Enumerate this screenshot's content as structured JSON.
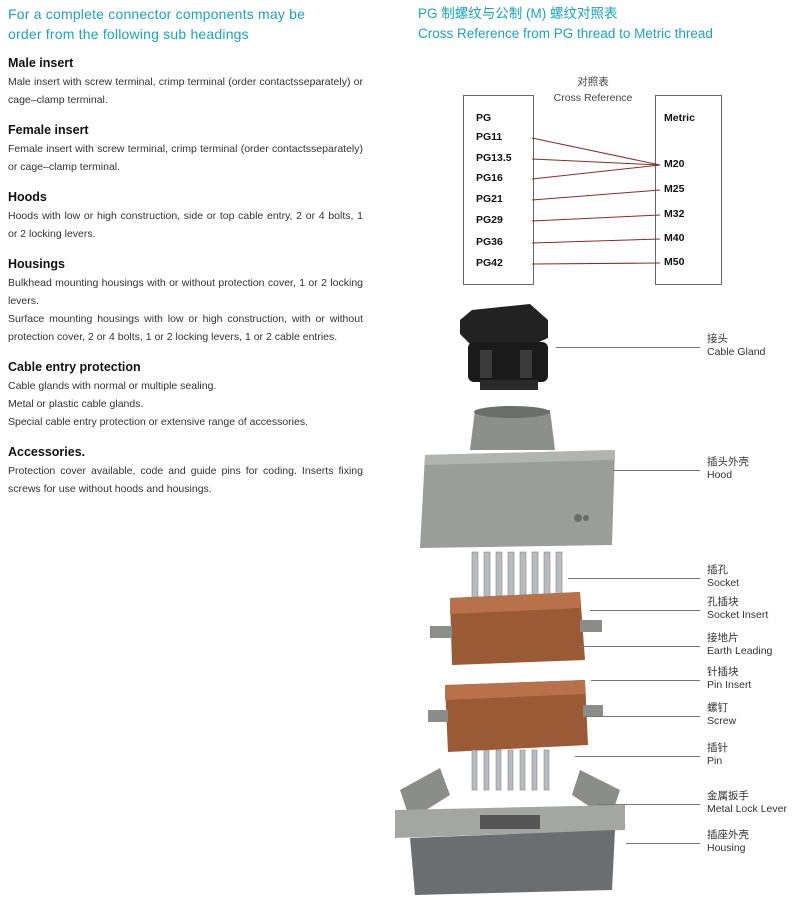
{
  "intro": {
    "line1": "For a complete connector components may be",
    "line2": "order from the following sub headings"
  },
  "sections": [
    {
      "heading": "Male insert",
      "paras": [
        "Male insert with screw terminal, crimp terminal (order contactsseparately) or cage–clamp terminal."
      ]
    },
    {
      "heading": "Female insert",
      "paras": [
        "Female insert with screw terminal, crimp terminal (order contactsseparately) or cage–clamp terminal."
      ]
    },
    {
      "heading": "Hoods",
      "paras": [
        "Hoods with low or high construction, side or top cable entry, 2 or 4 bolts, 1 or 2 locking levers."
      ]
    },
    {
      "heading": "Housings",
      "paras": [
        "Bulkhead mounting housings with or without protection cover, 1 or 2 locking levers.",
        "Surface mounting housings with low or high construction, with or without protection cover, 2 or 4 bolts, 1 or 2 locking levers, 1 or 2 cable entries."
      ]
    },
    {
      "heading": "Cable entry protection",
      "paras": [
        "Cable glands with normal or multiple sealing.",
        "Metal or plastic cable glands.",
        "Special cable entry protection or extensive range of accessories."
      ]
    },
    {
      "heading": "Accessories.",
      "paras": [
        "Protection cover available, code and guide pins for coding. Inserts fixing screws for use without hoods and housings."
      ]
    }
  ],
  "right_header": {
    "cn": "PG 制螺纹与公制 (M) 螺纹对照表",
    "en": "Cross Reference from PG thread to Metric thread"
  },
  "xref": {
    "caption_cn": "对照表",
    "caption_en": "Cross Reference",
    "pg": [
      "PG",
      "PG11",
      "PG13.5",
      "PG16",
      "PG21",
      "PG29",
      "PG36",
      "PG42"
    ],
    "metric": [
      "Metric",
      "M20",
      "M25",
      "M32",
      "M40",
      "M50"
    ],
    "line_color": "#8b2a2a"
  },
  "components": [
    {
      "cn": "接头",
      "en": "Cable Gland"
    },
    {
      "cn": "插头外壳",
      "en": "Hood"
    },
    {
      "cn": "插孔",
      "en": "Socket"
    },
    {
      "cn": "孔插块",
      "en": "Socket Insert"
    },
    {
      "cn": "接地片",
      "en": "Earth Leading"
    },
    {
      "cn": "针插块",
      "en": "Pin Insert"
    },
    {
      "cn": "螺钉",
      "en": "Screw"
    },
    {
      "cn": "插针",
      "en": "Pin"
    },
    {
      "cn": "金属扳手",
      "en": "Metal Lock Lever"
    },
    {
      "cn": "插座外壳",
      "en": "Housing"
    }
  ]
}
